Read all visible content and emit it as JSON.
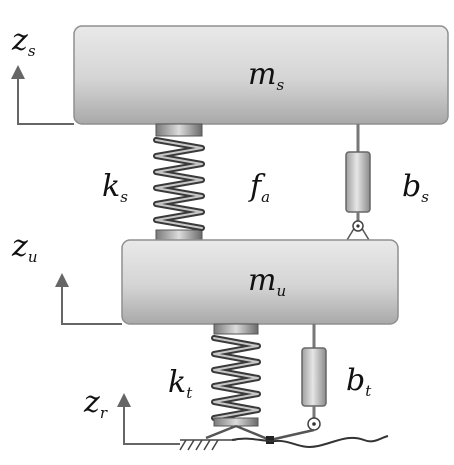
{
  "labels": {
    "sprung_mass": {
      "main": "m",
      "sub": "s"
    },
    "unsprung_mass": {
      "main": "m",
      "sub": "u"
    },
    "suspension_spring": {
      "main": "k",
      "sub": "s"
    },
    "actuator_force": {
      "main": "f",
      "sub": "a"
    },
    "suspension_damper": {
      "main": "b",
      "sub": "s"
    },
    "tire_spring": {
      "main": "k",
      "sub": "t"
    },
    "tire_damper": {
      "main": "b",
      "sub": "t"
    },
    "sprung_displacement": {
      "main": "z",
      "sub": "s"
    },
    "unsprung_displacement": {
      "main": "z",
      "sub": "u"
    },
    "road_displacement": {
      "main": "z",
      "sub": "r"
    }
  },
  "colors": {
    "mass_fill": "#d6d6d6",
    "mass_edge": "#9a9a9a",
    "spring_dark": "#3a3a3a",
    "spring_light": "#c8c8c8",
    "damper_body": "#cfcfcf",
    "line": "#666666",
    "text": "#111111"
  },
  "icons": [
    "coil-spring-icon",
    "damper-icon",
    "pivot-joint-icon",
    "ground-hatch-icon",
    "road-profile-icon",
    "arrow-up-icon"
  ]
}
